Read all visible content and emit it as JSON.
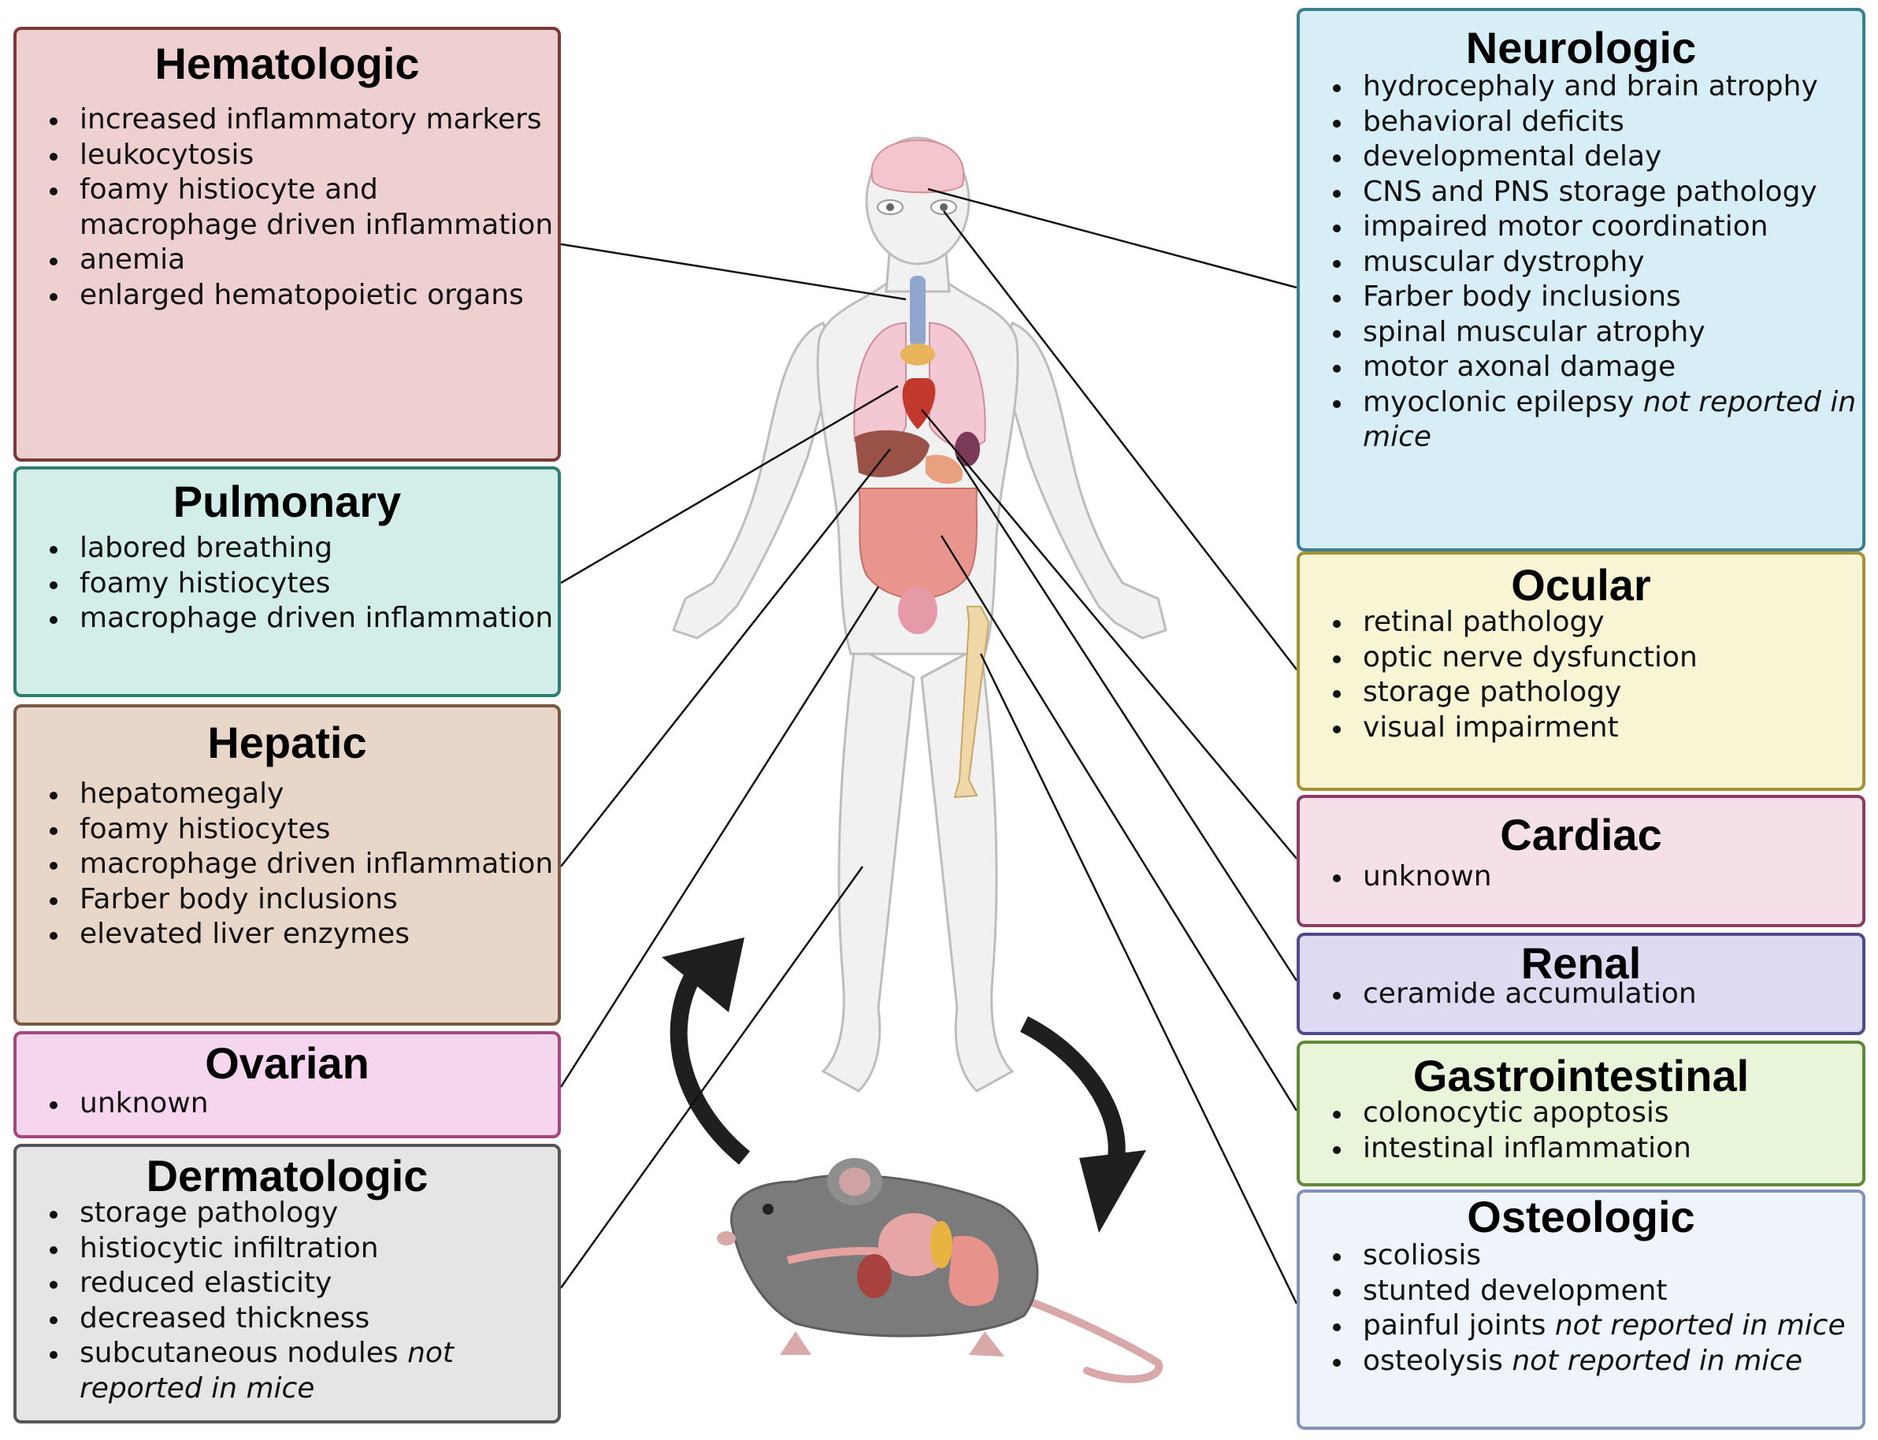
{
  "colors": {
    "hematologic": {
      "fill": "#efd0d0",
      "border": "#7a3a33"
    },
    "pulmonary": {
      "fill": "#d3ede9",
      "border": "#2d7e73"
    },
    "hepatic": {
      "fill": "#e8d6c9",
      "border": "#7a5944"
    },
    "ovarian": {
      "fill": "#f6d6ee",
      "border": "#a8457f"
    },
    "dermatologic": {
      "fill": "#e5e5e5",
      "border": "#555555"
    },
    "neurologic": {
      "fill": "#d7eef6",
      "border": "#3a7f92"
    },
    "ocular": {
      "fill": "#f8f5d4",
      "border": "#a79233"
    },
    "cardiac": {
      "fill": "#f5dfe8",
      "border": "#8a3c62"
    },
    "renal": {
      "fill": "#dcdbf2",
      "border": "#4f4a8c"
    },
    "gastrointestinal": {
      "fill": "#e9f5d8",
      "border": "#5e8a36"
    },
    "osteologic": {
      "fill": "#eff4fb",
      "border": "#8392b8"
    }
  },
  "figures": {
    "human": "human-body-icon",
    "mouse": "mouse-icon",
    "cycle": "cycle-arrows-icon"
  },
  "systems": {
    "hematologic": {
      "title": "Hematologic",
      "items": [
        {
          "text": "increased inflammatory markers"
        },
        {
          "text": "leukocytosis"
        },
        {
          "text": "foamy histiocyte and macrophage driven inflammation"
        },
        {
          "text": "anemia"
        },
        {
          "text": "enlarged hematopoietic organs"
        }
      ]
    },
    "pulmonary": {
      "title": "Pulmonary",
      "items": [
        {
          "text": "labored breathing"
        },
        {
          "text": "foamy histiocytes"
        },
        {
          "text": "macrophage driven inflammation"
        }
      ]
    },
    "hepatic": {
      "title": "Hepatic",
      "items": [
        {
          "text": "hepatomegaly"
        },
        {
          "text": "foamy histiocytes"
        },
        {
          "text": "macrophage driven inflammation"
        },
        {
          "text": "Farber body inclusions"
        },
        {
          "text": "elevated liver enzymes"
        }
      ]
    },
    "ovarian": {
      "title": "Ovarian",
      "items": [
        {
          "text": "unknown"
        }
      ]
    },
    "dermatologic": {
      "title": "Dermatologic",
      "items": [
        {
          "text": "storage pathology"
        },
        {
          "text": "histiocytic infiltration"
        },
        {
          "text": "reduced elasticity"
        },
        {
          "text": "decreased thickness"
        },
        {
          "text": "subcutaneous nodules",
          "note": "not reported in mice"
        }
      ]
    },
    "neurologic": {
      "title": "Neurologic",
      "items": [
        {
          "text": "hydrocephaly and brain atrophy"
        },
        {
          "text": "behavioral deficits"
        },
        {
          "text": "developmental delay"
        },
        {
          "text": "CNS and PNS storage pathology"
        },
        {
          "text": "impaired motor coordination"
        },
        {
          "text": "muscular dystrophy"
        },
        {
          "text": "Farber body inclusions"
        },
        {
          "text": "spinal muscular atrophy"
        },
        {
          "text": "motor axonal damage"
        },
        {
          "text": "myoclonic epilepsy",
          "note": "not reported in mice"
        }
      ]
    },
    "ocular": {
      "title": "Ocular",
      "items": [
        {
          "text": "retinal pathology"
        },
        {
          "text": "optic nerve dysfunction"
        },
        {
          "text": "storage pathology"
        },
        {
          "text": "visual impairment"
        }
      ]
    },
    "cardiac": {
      "title": "Cardiac",
      "items": [
        {
          "text": "unknown"
        }
      ]
    },
    "renal": {
      "title": "Renal",
      "items": [
        {
          "text": "ceramide accumulation"
        }
      ]
    },
    "gastrointestinal": {
      "title": "Gastrointestinal",
      "items": [
        {
          "text": "colonocytic apoptosis"
        },
        {
          "text": "intestinal inflammation"
        }
      ]
    },
    "osteologic": {
      "title": "Osteologic",
      "items": [
        {
          "text": "scoliosis"
        },
        {
          "text": "stunted development"
        },
        {
          "text": "painful joints",
          "note": "not reported in mice"
        },
        {
          "text": "osteolysis",
          "note": "not reported in mice"
        }
      ]
    }
  }
}
